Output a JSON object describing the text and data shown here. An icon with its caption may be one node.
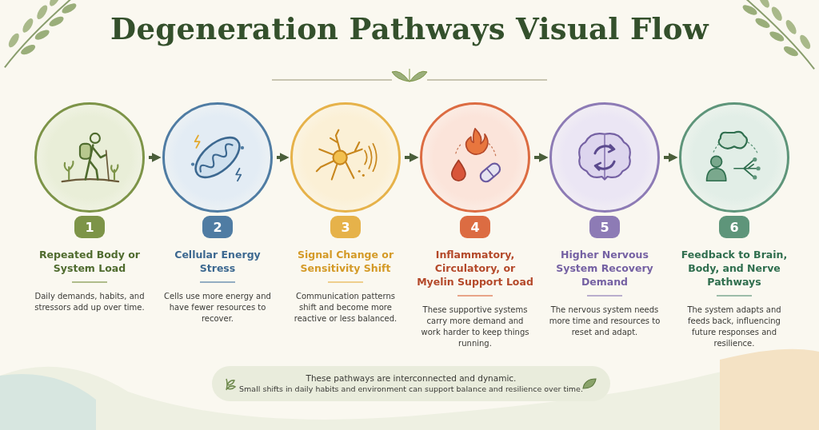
{
  "diagram": {
    "title": "Degeneration Pathways Visual Flow",
    "nodes": [
      {
        "text": [
          "1",
          "Repeated Body or System Load",
          "Daily demands, habits, and stressors add up over time."
        ]
      },
      {
        "text": [
          "2",
          "Cellular Energy Stress",
          "Cells use more energy and have fewer resources to recover."
        ]
      },
      {
        "text": [
          "3",
          "Signal Change or Sensitivity Shift",
          "Communication patterns shift and become more reactive or less balanced."
        ]
      },
      {
        "text": [
          "4",
          "Inflammatory, Circulatory, or Myelin Support Load",
          "These supportive systems carry more demand and work harder to keep things running."
        ]
      },
      {
        "text": [
          "5",
          "Higher Nervous System Recovery Demand",
          "The nervous system needs more time and resources to reset and adapt."
        ]
      },
      {
        "text": [
          "6",
          "Feedback to Brain, Body, and Nerve Pathways",
          "The system adapts and feeds back, influencing future responses and resilience."
        ]
      },
      {
        "text": [
          "These pathways are interconnected and dynamic.",
          "Small shifts in daily habits and environment can support balance and resilience over time."
        ]
      }
    ],
    "edges": [
      {
        "from": 0,
        "to": 1,
        "arrow": "to"
      },
      {
        "from": 1,
        "to": 2,
        "arrow": "to"
      },
      {
        "from": 2,
        "to": 3,
        "arrow": "to"
      },
      {
        "from": 3,
        "to": 4,
        "arrow": "to"
      },
      {
        "from": 4,
        "to": 5,
        "arrow": "to"
      }
    ]
  }
}
